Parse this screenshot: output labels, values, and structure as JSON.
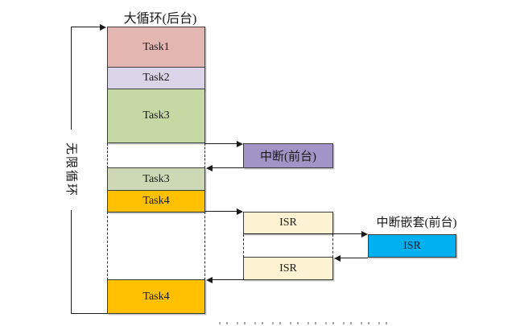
{
  "title": "大循环(后台)",
  "left_loop": {
    "label": "无限循环"
  },
  "background_column": {
    "segments": [
      {
        "id": "task1",
        "label": "Task1",
        "color": "#e4b6b1"
      },
      {
        "id": "task2",
        "label": "Task2",
        "color": "#dad4e8"
      },
      {
        "id": "task3",
        "label": "Task3",
        "color": "#c6d9a5"
      },
      {
        "id": "task3b",
        "label": "Task3",
        "color": "#cdd9b5"
      },
      {
        "id": "task4",
        "label": "Task4",
        "color": "#ffc000"
      },
      {
        "id": "task4b",
        "label": "Task4",
        "color": "#ffc000"
      }
    ]
  },
  "foreground": {
    "interrupt_box": {
      "label": "中断(前台)",
      "color": "#a394c7"
    },
    "isr_top": {
      "label": "ISR",
      "color": "#fdf3d2"
    },
    "isr_bottom": {
      "label": "ISR",
      "color": "#fdf3d2"
    },
    "nested_title": "中断嵌套(前台)",
    "nested_isr": {
      "label": "ISR",
      "color": "#00b0f0"
    }
  },
  "colors": {
    "box_border": "#3c3c3c",
    "line": "#1a1a1a",
    "background": "#ffffff"
  }
}
